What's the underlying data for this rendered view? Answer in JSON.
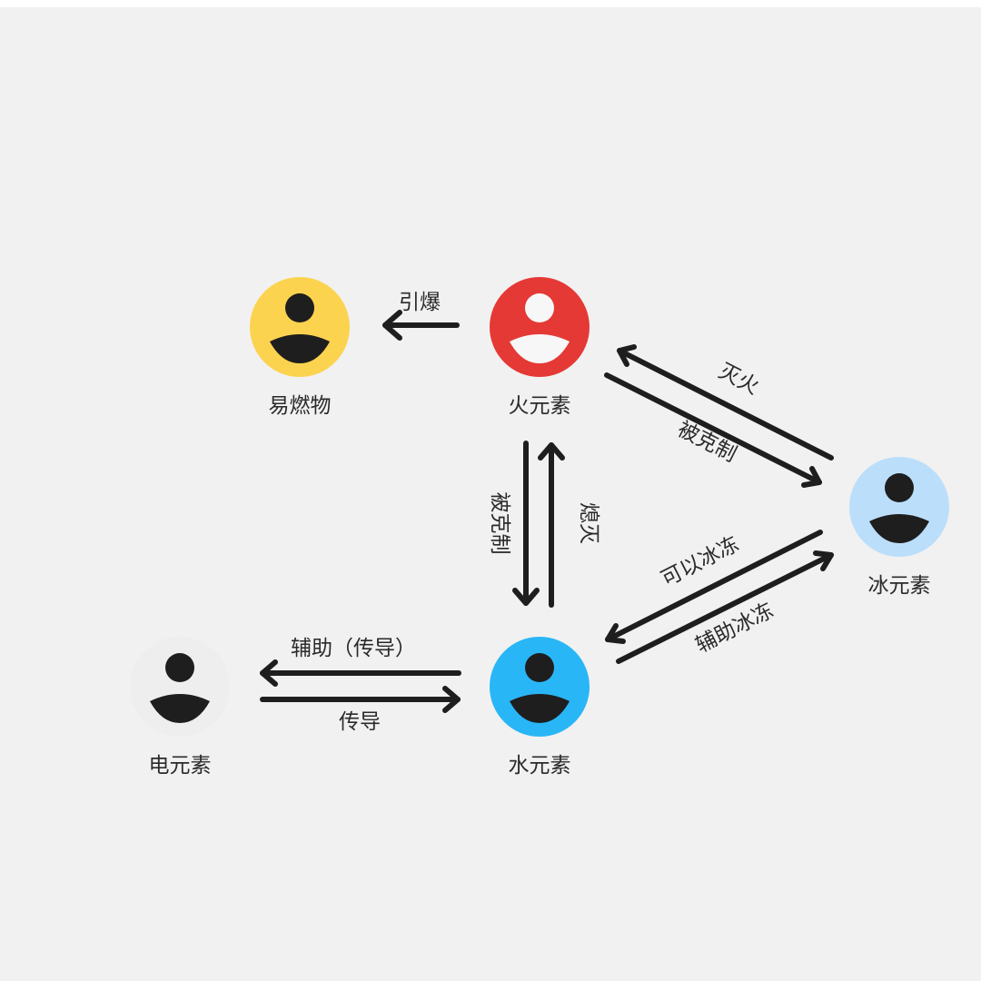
{
  "nodes": [
    {
      "id": "flammable",
      "label": "易燃物",
      "color": "#fcd34f",
      "icon": "person-icon",
      "icon_color": "#1e1e1e"
    },
    {
      "id": "fire",
      "label": "火元素",
      "color": "#e53935",
      "icon": "person-icon",
      "icon_color": "#f7f7f7"
    },
    {
      "id": "ice",
      "label": "冰元素",
      "color": "#bbdefb",
      "icon": "person-icon",
      "icon_color": "#1e1e1e"
    },
    {
      "id": "electric",
      "label": "电元素",
      "color": "#eeeeee",
      "icon": "person-icon",
      "icon_color": "#1e1e1e"
    },
    {
      "id": "water",
      "label": "水元素",
      "color": "#29b6f6",
      "icon": "person-icon",
      "icon_color": "#1e1e1e"
    }
  ],
  "edges": [
    {
      "id": "detonate",
      "from": "fire",
      "to": "flammable",
      "label": "引爆"
    },
    {
      "id": "extinguish",
      "from": "ice",
      "to": "fire",
      "label": "灭火"
    },
    {
      "id": "fire-restrained-by-ice",
      "from": "fire",
      "to": "ice",
      "label": "被克制"
    },
    {
      "id": "fire-restrained-by-water",
      "from": "fire",
      "to": "water",
      "label": "被克制"
    },
    {
      "id": "quench",
      "from": "water",
      "to": "fire",
      "label": "熄灭"
    },
    {
      "id": "can-freeze",
      "from": "ice",
      "to": "water",
      "label": "可以冰冻"
    },
    {
      "id": "assist-freeze",
      "from": "water",
      "to": "ice",
      "label": "辅助冰冻"
    },
    {
      "id": "assist-conduct",
      "from": "water",
      "to": "electric",
      "label": "辅助（传导）"
    },
    {
      "id": "conduct",
      "from": "electric",
      "to": "water",
      "label": "传导"
    }
  ],
  "arrow_color": "#1e1e1e",
  "background_color": "#f1f1f1"
}
